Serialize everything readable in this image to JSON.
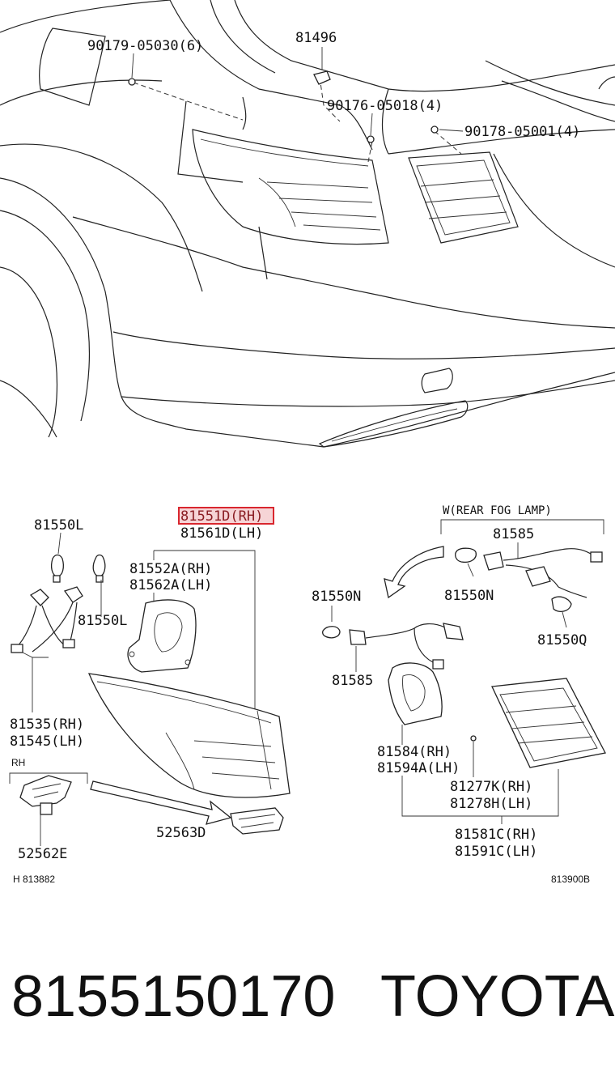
{
  "labels": {
    "p90179": "90179-05030(6)",
    "p81496": "81496",
    "p90176": "90176-05018(4)",
    "p90178": "90178-05001(4)",
    "p81550L_top": "81550L",
    "p81551D": "81551D(RH)",
    "p81561D": "81561D(LH)",
    "p81552A": "81552A(RH)",
    "p81562A": "81562A(LH)",
    "p81550L_mid": "81550L",
    "p81535": "81535(RH)",
    "p81545": "81545(LH)",
    "rh": "RH",
    "p52562E": "52562E",
    "p52563D": "52563D",
    "fog": "W(REAR FOG LAMP)",
    "p81585_top": "81585",
    "p81550N_left": "81550N",
    "p81550N_right": "81550N",
    "p81550Q": "81550Q",
    "p81585_mid": "81585",
    "p81584": "81584(RH)",
    "p81594A": "81594A(LH)",
    "p81277K": "81277K(RH)",
    "p81278H": "81278H(LH)",
    "p81581C": "81581C(RH)",
    "p81591C": "81591C(LH)",
    "ref_left": "H 813882",
    "ref_right": "813900B"
  },
  "footer": {
    "part_number": "8155150170",
    "brand": "TOYOTA"
  },
  "highlight_color": "#d9262e"
}
